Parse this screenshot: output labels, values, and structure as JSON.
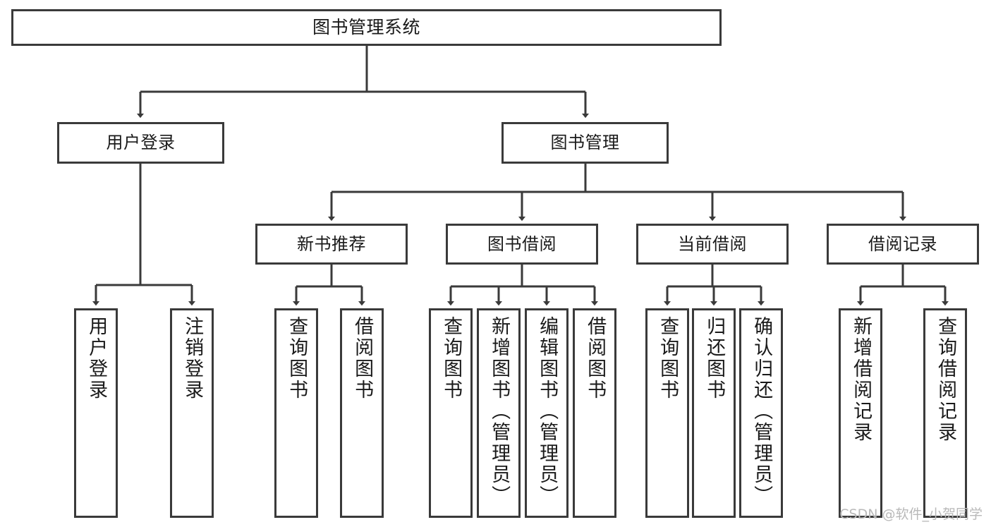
{
  "diagram": {
    "title": "图书管理系统",
    "type": "tree-hierarchy",
    "root": {
      "label": "图书管理系统"
    },
    "level2": [
      {
        "label": "用户登录"
      },
      {
        "label": "图书管理"
      }
    ],
    "level3": [
      {
        "label": "新书推荐"
      },
      {
        "label": "图书借阅"
      },
      {
        "label": "当前借阅"
      },
      {
        "label": "借阅记录"
      }
    ],
    "leaves": {
      "user_login": [
        {
          "label": "用户登录"
        },
        {
          "label": "注销登录"
        }
      ],
      "new_book_recommend": [
        {
          "label": "查询图书"
        },
        {
          "label": "借阅图书"
        }
      ],
      "book_borrow": [
        {
          "label": "查询图书"
        },
        {
          "label": "新增图书（管理员）"
        },
        {
          "label": "编辑图书（管理员）"
        },
        {
          "label": "借阅图书"
        }
      ],
      "current_borrow": [
        {
          "label": "查询图书"
        },
        {
          "label": "归还图书"
        },
        {
          "label": "确认归还（管理员）"
        }
      ],
      "borrow_record": [
        {
          "label": "新增借阅记录"
        },
        {
          "label": "查询借阅记录"
        }
      ]
    }
  },
  "colors": {
    "border": "#3a3a3a",
    "background": "#ffffff",
    "text": "#1a1a1a",
    "watermark": "#b9b9b9"
  },
  "watermark": {
    "text": "CSDN @软件_小贺同学"
  }
}
